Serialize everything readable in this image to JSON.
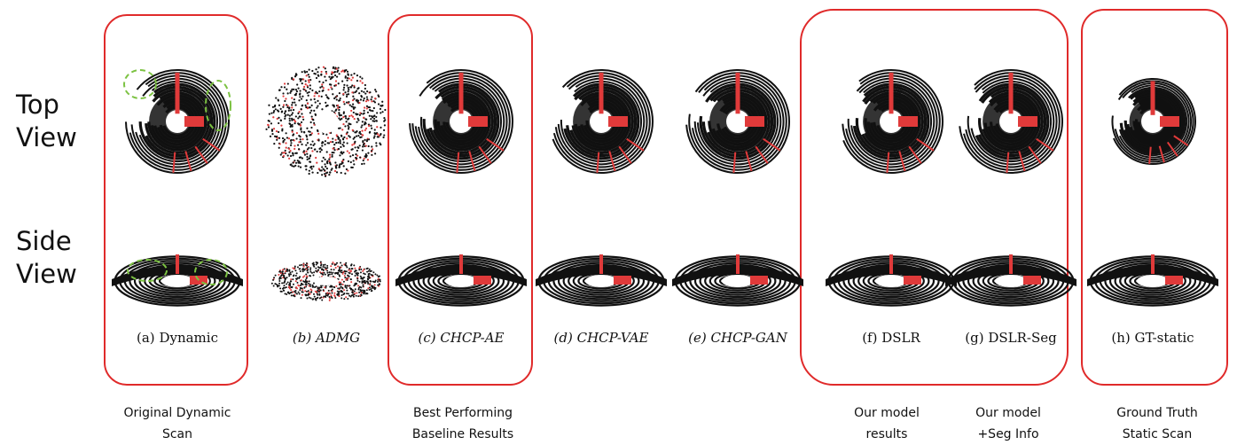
{
  "row_labels": {
    "top": [
      "Top",
      "View"
    ],
    "side": [
      "Side",
      "View"
    ]
  },
  "panels": [
    {
      "letter": "(a)",
      "name": "Dynamic",
      "italic": false
    },
    {
      "letter": "(b)",
      "name": "ADMG",
      "italic": true
    },
    {
      "letter": "(c)",
      "name": "CHCP-AE",
      "italic": true
    },
    {
      "letter": "(d)",
      "name": "CHCP-VAE",
      "italic": true
    },
    {
      "letter": "(e)",
      "name": "CHCP-GAN",
      "italic": true
    },
    {
      "letter": "(f)",
      "name": "DSLR",
      "italic": false
    },
    {
      "letter": "(g)",
      "name": "DSLR-Seg",
      "italic": false
    },
    {
      "letter": "(h)",
      "name": "GT-static",
      "italic": false
    }
  ],
  "group_notes": {
    "dynamic": "Original Dynamic\nScan",
    "baseline": "Best  Performing\nBaseline Results",
    "ours": "Our model\nresults",
    "ours_seg": "Our model\n+Seg Info",
    "gt": "Ground Truth\nStatic  Scan"
  },
  "colors": {
    "box": "#e02a2a",
    "points": "#111111",
    "dynamic_points": "#e03a3a",
    "highlight": "#7cc242"
  }
}
